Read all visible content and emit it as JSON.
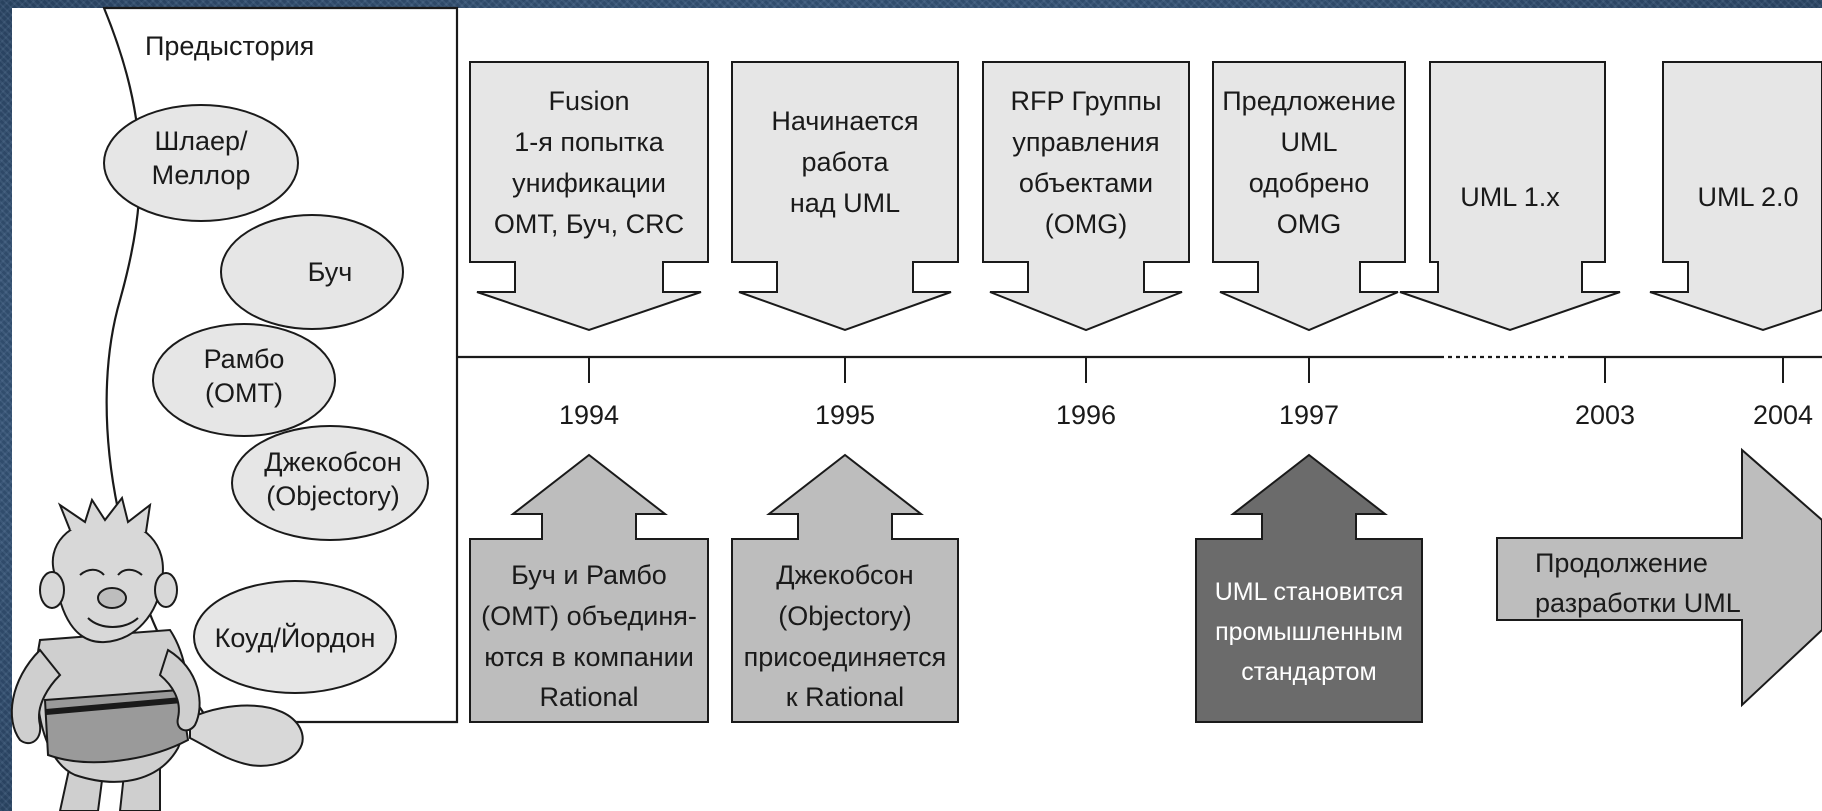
{
  "colors": {
    "background": "#3e5e86",
    "paper": "#ffffff",
    "box_light": "#e6e6e6",
    "box_medium": "#bdbdbd",
    "box_dark": "#6b6b6b",
    "line": "#1a1a1a"
  },
  "prehistory": {
    "title": "Предыстория",
    "methods": [
      {
        "lines": [
          "Шлаер/",
          "Меллор"
        ]
      },
      {
        "lines": [
          "Буч"
        ]
      },
      {
        "lines": [
          "Рамбо",
          "(OMT)"
        ]
      },
      {
        "lines": [
          "Джекобсон",
          "(Objectory)"
        ]
      },
      {
        "lines": [
          "Коуд/Йордон"
        ]
      }
    ]
  },
  "milestones": [
    {
      "lines": [
        "Fusion",
        "1-я попытка",
        "унификации",
        "OMT, Буч, CRC"
      ]
    },
    {
      "lines": [
        "Начинается",
        "работа",
        "над UML"
      ]
    },
    {
      "lines": [
        "RFP Группы",
        "управления",
        "объектами",
        "(OMG)"
      ]
    },
    {
      "lines": [
        "Предложение",
        "UML",
        "одобрено",
        "OMG"
      ]
    },
    {
      "lines": [
        "UML 1.x"
      ]
    },
    {
      "lines": [
        "UML 2.0"
      ]
    }
  ],
  "years": [
    "1994",
    "1995",
    "1996",
    "1997",
    "2003",
    "2004"
  ],
  "events": [
    {
      "lines": [
        "Буч и Рамбо",
        "(OMT) объединя-",
        "ются в компании",
        "Rational"
      ]
    },
    {
      "lines": [
        "Джекобсон",
        "(Objectory)",
        "присоединяется",
        "к Rational"
      ]
    },
    {
      "lines": [
        "UML становится",
        "промышленным",
        "стандартом"
      ]
    }
  ],
  "continuation": {
    "lines": [
      "Продолжение",
      "разработки UML"
    ]
  },
  "mascot_icon": "caveman-with-club-icon"
}
